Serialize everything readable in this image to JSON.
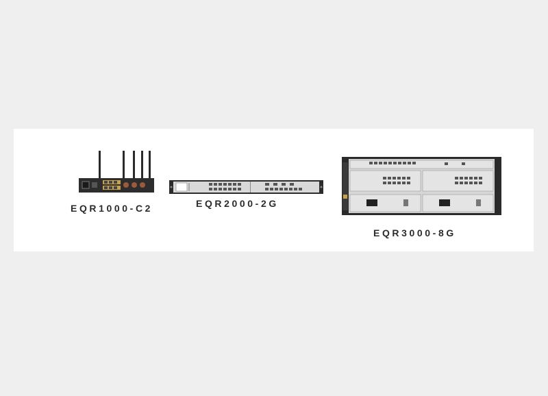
{
  "colors": {
    "background": "#efefef",
    "panel": "#ffffff",
    "chassis_dark": "#2a2a2a",
    "chassis_light": "#d8d8d8",
    "port": "#555555",
    "accent_gold": "#c8a24a"
  },
  "products": [
    {
      "model": "EQR1000-C2",
      "icon": "router-with-antennas"
    },
    {
      "model": "EQR2000-2G",
      "icon": "1u-rack-router"
    },
    {
      "model": "EQR3000-8G",
      "icon": "4u-modular-chassis"
    }
  ]
}
